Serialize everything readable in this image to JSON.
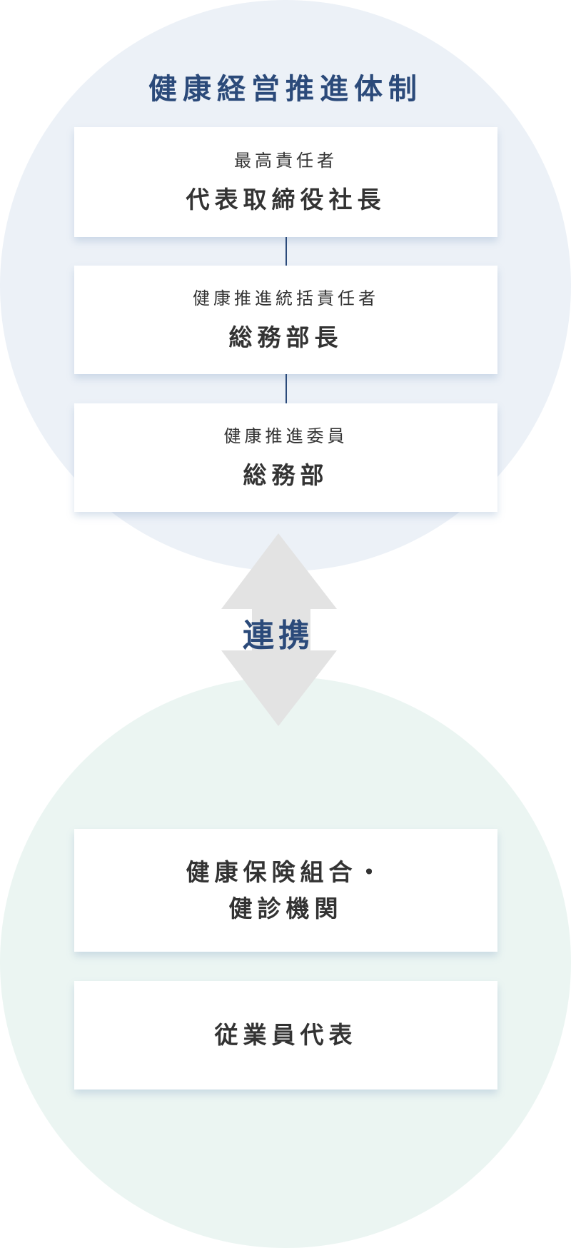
{
  "title": "健康経営推進体制",
  "cards": [
    {
      "role": "最高責任者",
      "name": "代表取締役社長"
    },
    {
      "role": "健康推進統括責任者",
      "name": "総務部長"
    },
    {
      "role": "健康推進委員",
      "name": "総務部"
    }
  ],
  "link_label": "連携",
  "partners": [
    {
      "line1": "健康保険組合・",
      "line2": "健診機関"
    },
    {
      "line1": "従業員代表"
    }
  ],
  "colors": {
    "accent": "#2b4a7a",
    "top_circle": "#ecf1f7",
    "bottom_circle": "#ebf5f2",
    "arrow": "#e3e3e3"
  }
}
